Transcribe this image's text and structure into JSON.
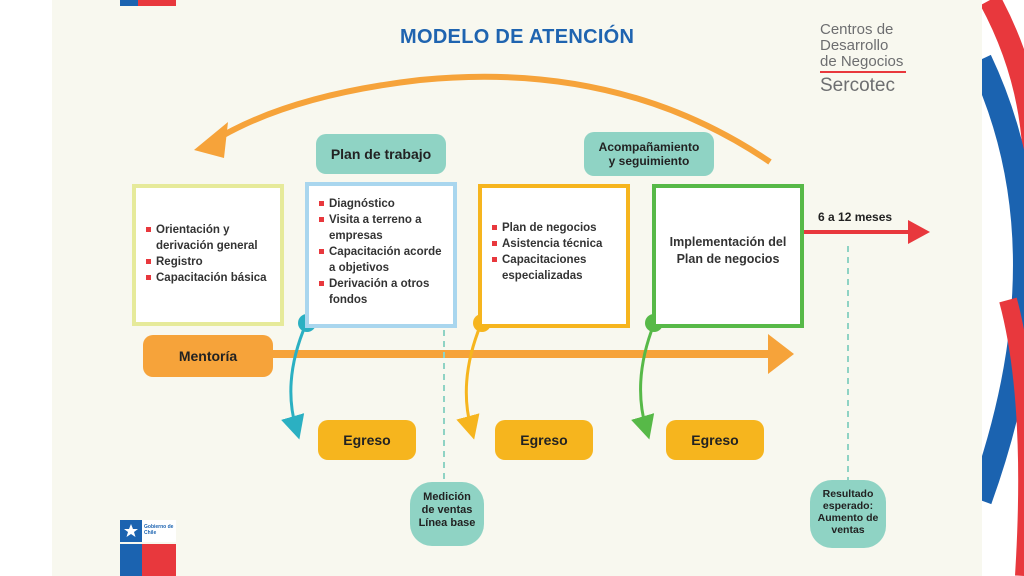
{
  "title": "MODELO DE ATENCIÓN",
  "logo": {
    "line1": "Centros de",
    "line2": "Desarrollo",
    "line3": "de Negocios",
    "brand": "Sercotec"
  },
  "boxes": [
    {
      "items": [
        "Orientación y derivación general",
        "Registro",
        "Capacitación básica"
      ]
    },
    {
      "items": [
        "Diagnóstico",
        "Visita a terreno a empresas",
        "Capacitación acorde a objetivos",
        "Derivación a otros fondos"
      ]
    },
    {
      "items": [
        "Plan de negocios",
        "Asistencia técnica",
        "Capacitaciones especializadas"
      ]
    },
    {
      "text": "Implementación del Plan de negocios"
    }
  ],
  "labels": {
    "plan_trabajo": "Plan de trabajo",
    "acompanamiento": "Acompañamiento y seguimiento",
    "mentoria": "Mentoría",
    "egreso": "Egreso",
    "duracion": "6 a 12 meses",
    "medicion": "Medición de ventas Línea base",
    "resultado": "Resultado esperado: Aumento de ventas"
  },
  "footer_logo": {
    "text": "Gobierno de Chile"
  },
  "colors": {
    "title": "#1f64b0",
    "box1": "#e6ea9a",
    "box2": "#a9d6ee",
    "box3": "#f6b51e",
    "box4": "#57b948",
    "teal": "#8fd3c4",
    "orange": "#f6a33a",
    "red": "#e8383d",
    "blue": "#1b63b0"
  }
}
